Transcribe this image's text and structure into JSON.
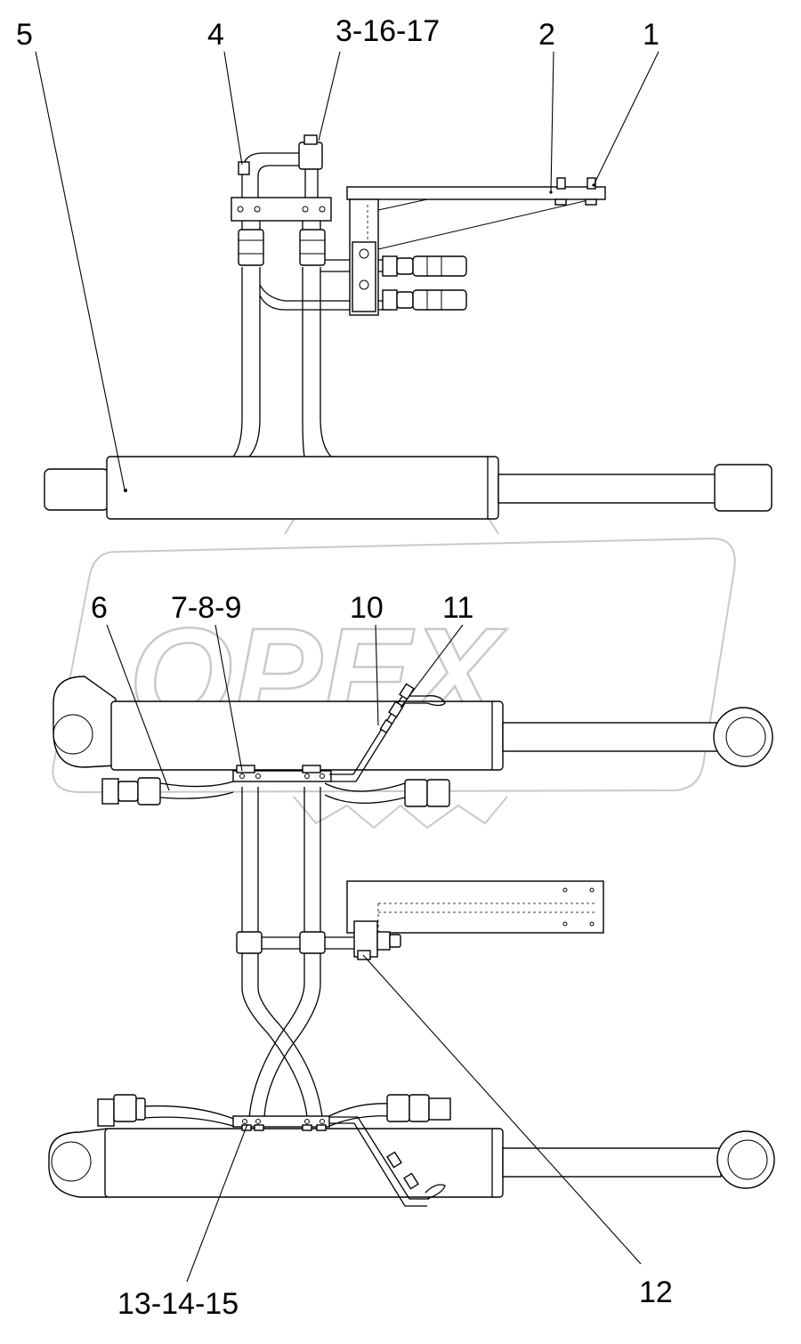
{
  "watermark": {
    "text": "OPEX"
  },
  "callouts": {
    "c1": "1",
    "c2": "2",
    "c3": "3-16-17",
    "c4": "4",
    "c5": "5",
    "c6": "6",
    "c7": "7-8-9",
    "c10": "10",
    "c11": "11",
    "c12": "12",
    "c13": "13-14-15"
  }
}
